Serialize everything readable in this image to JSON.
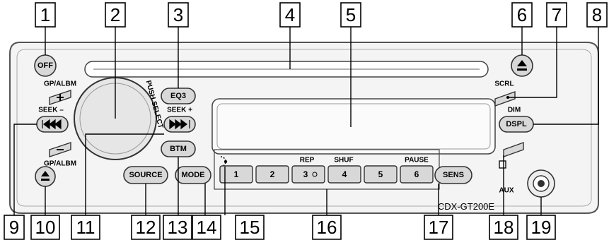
{
  "callouts": [
    "1",
    "2",
    "3",
    "4",
    "5",
    "6",
    "7",
    "8",
    "9",
    "10",
    "11",
    "12",
    "13",
    "14",
    "15",
    "16",
    "17",
    "18",
    "19"
  ],
  "buttons": {
    "off": "OFF",
    "eq3": "EQ3",
    "btm": "BTM",
    "source": "SOURCE",
    "mode": "MODE",
    "sens": "SENS",
    "dspl": "DSPL",
    "preset_1": "1",
    "preset_2": "2",
    "preset_3": "3",
    "preset_4": "4",
    "preset_5": "5",
    "preset_6": "6"
  },
  "labels": {
    "gp_albm_top": "GP/ALBM",
    "gp_albm_bottom": "GP/ALBM",
    "seek_minus": "SEEK –",
    "seek_plus": "SEEK +",
    "push_select": "PUSH SELECT",
    "scrl": "SCRL",
    "dim": "DIM",
    "rep": "REP",
    "shuf": "SHUF",
    "pause": "PAUSE",
    "aux": "AUX",
    "model": "CDX-GT200E"
  },
  "icons": {
    "eject": "eject-icon",
    "release": "front-panel-release-icon",
    "prev": "seek-back-icon",
    "next": "seek-forward-icon",
    "plus": "plus-icon",
    "minus": "minus-icon",
    "reset": "reset-icon",
    "sensor": "remote-sensor-icon"
  },
  "colors": {
    "panel_outline": "#555555",
    "button_fill": "#d8d8d8",
    "button_stroke": "#333333",
    "panel_fill": "#f4f4f4"
  }
}
